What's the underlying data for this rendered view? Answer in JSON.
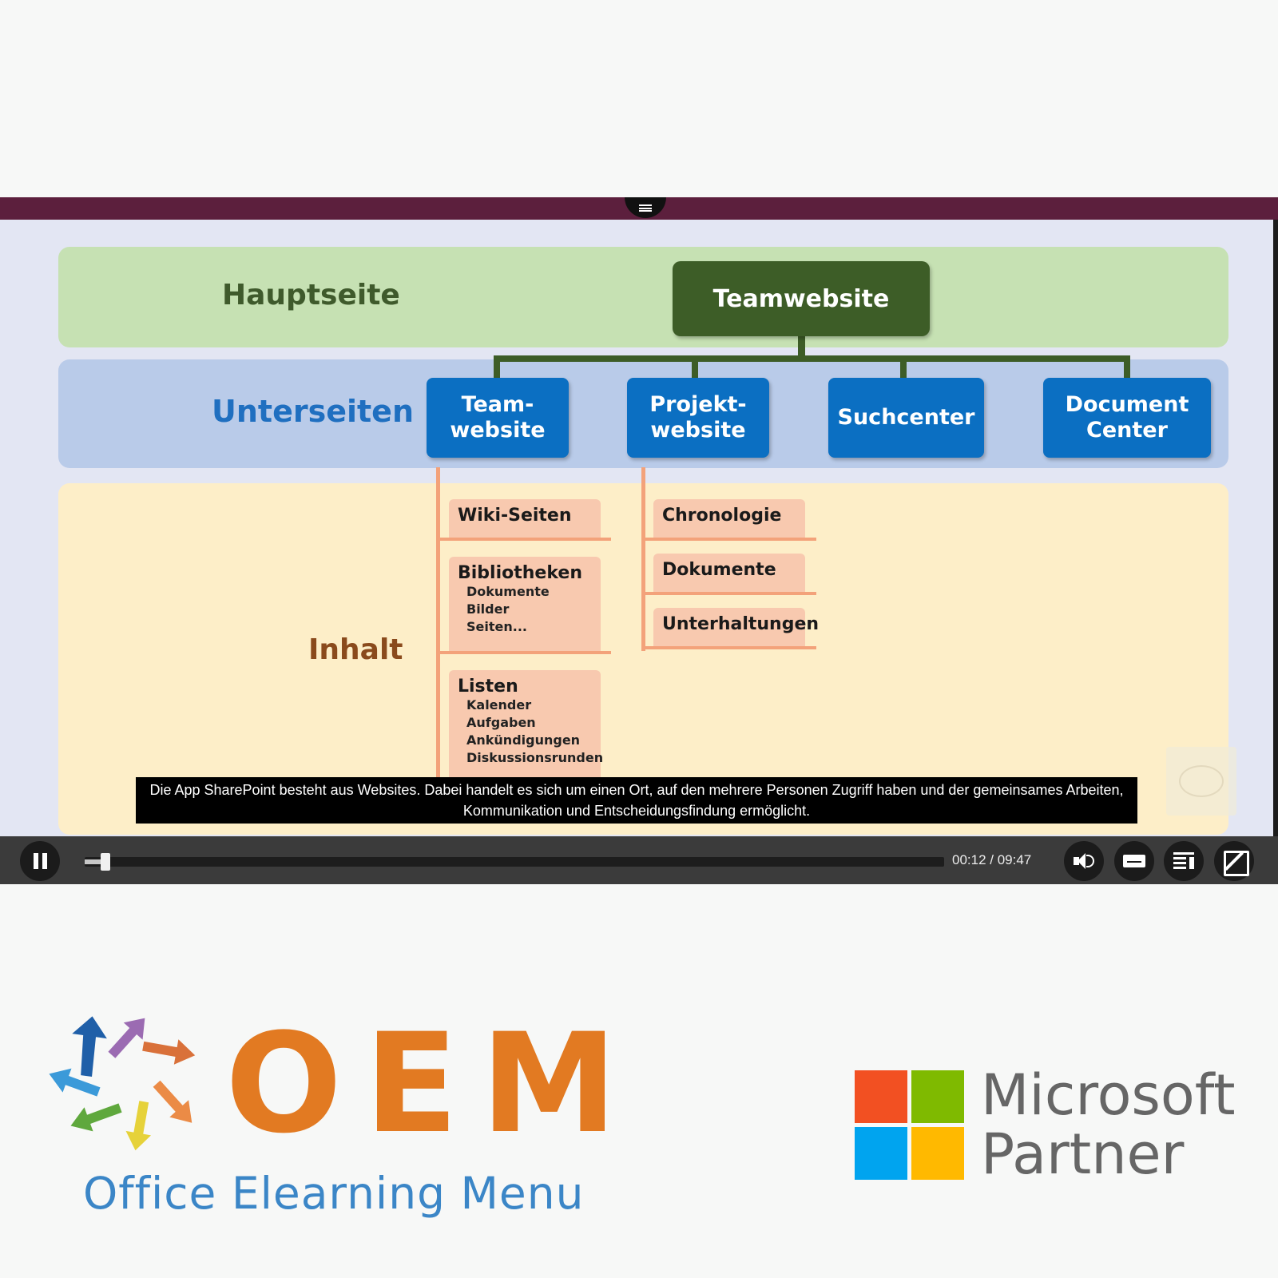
{
  "player": {
    "slide": {
      "bands": {
        "main_label": "Hauptseite",
        "sub_label": "Unterseiten",
        "content_label": "Inhalt"
      },
      "root_node": "Teamwebsite",
      "sub_nodes": [
        "Team-\nwebsite",
        "Projekt-\nwebsite",
        "Suchcenter",
        "Document\nCenter"
      ],
      "team_items": [
        {
          "title": "Wiki-Seiten",
          "subs": []
        },
        {
          "title": "Bibliotheken",
          "subs": [
            "Dokumente",
            "Bilder",
            "Seiten..."
          ]
        },
        {
          "title": "Listen",
          "subs": [
            "Kalender",
            "Aufgaben",
            "Ankündigungen",
            "Diskussionsrunden"
          ]
        }
      ],
      "project_items": [
        {
          "title": "Chronologie"
        },
        {
          "title": "Dokumente"
        },
        {
          "title": "Unterhaltungen"
        }
      ]
    },
    "caption": {
      "line1": "Die App SharePoint besteht aus Websites. Dabei handelt es sich um einen Ort, auf den mehrere Personen Zugriff haben und der gemeinsames Arbeiten,",
      "line2": "Kommunikation und Entscheidungsfindung ermöglicht."
    },
    "controls": {
      "time": "00:12 / 09:47",
      "progress_fraction": 0.02,
      "icons": {
        "pause": "pause-icon",
        "volume": "volume-icon",
        "captions": "captions-icon",
        "chapters": "chapters-icon",
        "fullscreen": "fullscreen-icon",
        "menu": "menu-icon"
      }
    }
  },
  "branding": {
    "oem_letters": "OEM",
    "oem_tagline": "Office Elearning Menu",
    "microsoft_line1": "Microsoft",
    "microsoft_line2": "Partner"
  },
  "colors": {
    "oem_orange": "#e27a22",
    "oem_blue": "#3b86c7",
    "ms_red": "#f25022",
    "ms_green": "#7fba00",
    "ms_blue": "#00a4ef",
    "ms_yellow": "#ffb900",
    "node_blue": "#0b6fc2",
    "root_green": "#3d5d27",
    "player_top": "#5c1f3d"
  }
}
